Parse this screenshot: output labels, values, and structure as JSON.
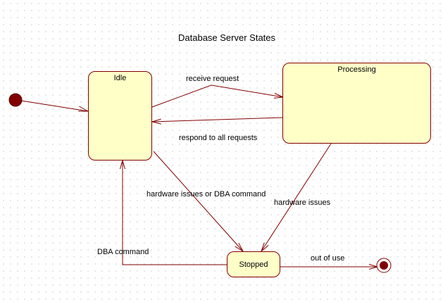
{
  "diagram": {
    "title": "Database Server States",
    "states": {
      "idle": "Idle",
      "processing": "Processing",
      "stopped": "Stopped"
    },
    "transitions": {
      "receive_request": "receive request",
      "respond_all": "respond to all requests",
      "hw_or_dba": "hardware issues or DBA command",
      "hw_issues": "hardware issues",
      "dba_command": "DBA command",
      "out_of_use": "out of use"
    },
    "colors": {
      "state_fill": "#ffffc8",
      "line": "#800000",
      "initial": "#800000"
    }
  }
}
